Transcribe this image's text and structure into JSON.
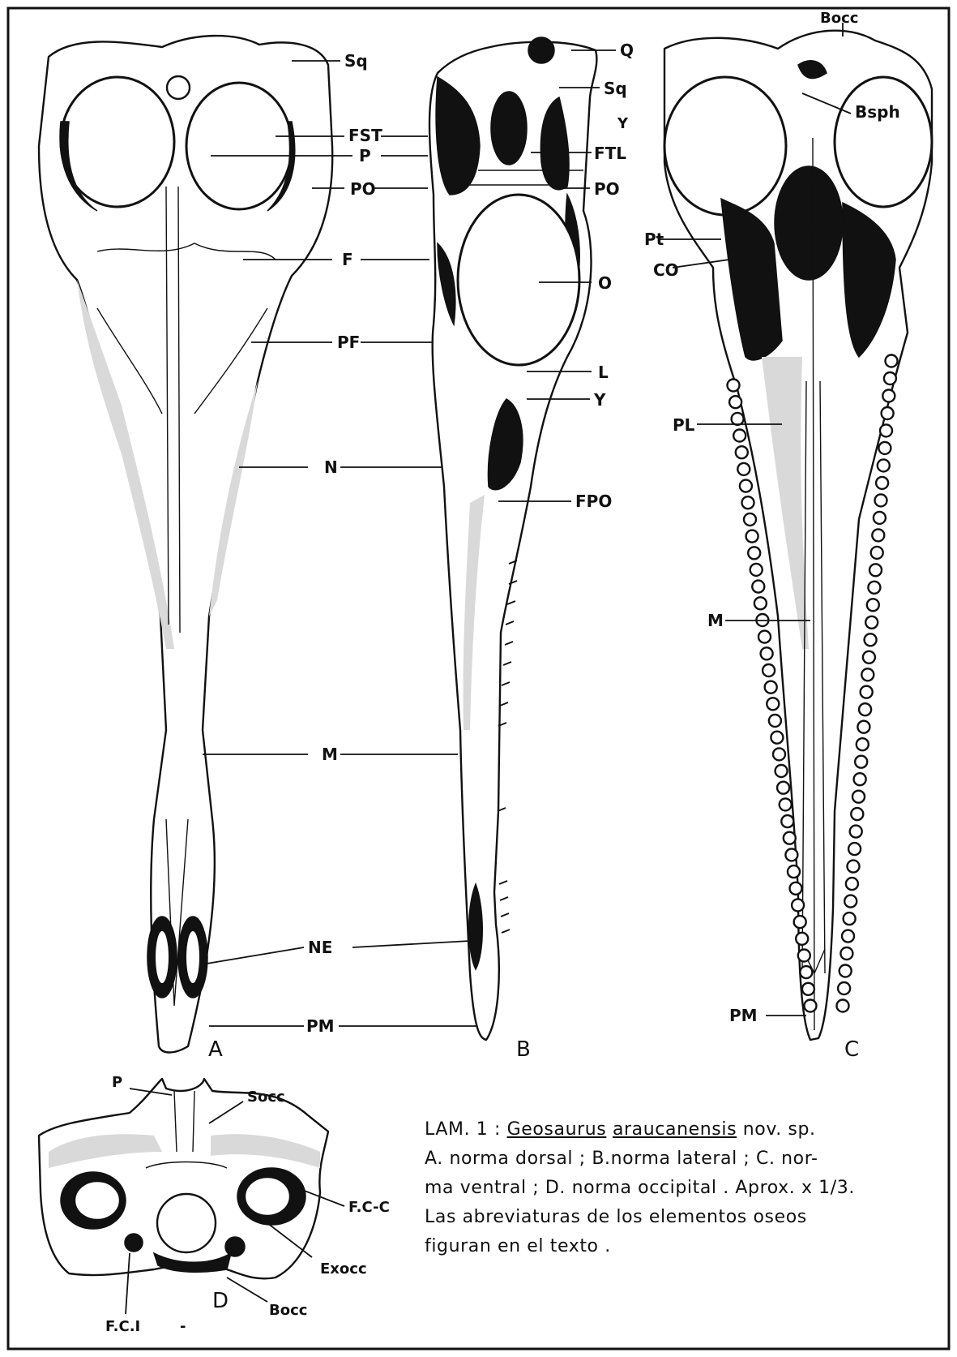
{
  "labels": {
    "view_a": {
      "sq": "Sq",
      "fst": "FST",
      "p": "P",
      "po": "PO",
      "f": "F",
      "pf": "PF",
      "n": "N",
      "m": "M",
      "ne": "NE",
      "pm": "PM",
      "letter": "A"
    },
    "view_b": {
      "q": "Q",
      "sq": "Sq",
      "y_top": "Y",
      "ftl": "FTL",
      "po": "PO",
      "o": "O",
      "l": "L",
      "y": "Y",
      "fpo": "FPO",
      "letter": "B"
    },
    "view_c": {
      "bocc": "Bocc",
      "bsph": "Bsph",
      "pt": "Pt",
      "co": "CO",
      "pl": "PL",
      "m": "M",
      "pm": "PM",
      "letter": "C"
    },
    "view_d": {
      "p": "P",
      "socc": "Socc",
      "fcc": "F.C-C",
      "exocc": "Exocc",
      "bocc": "Bocc",
      "fci": "F.C.I",
      "dash": "-",
      "letter": "D"
    }
  },
  "caption": {
    "prefix": "LAM. 1 : ",
    "genus": "Geosaurus",
    "species": "araucanensis",
    "suffix": " nov. sp.",
    "line2": "A. norma dorsal ; B.norma lateral ; C. nor-",
    "line3": "ma ventral ; D. norma occipital . Aprox. x 1/3.",
    "line4": "Las abreviaturas de los elementos oseos",
    "line5": "figuran en el texto ."
  }
}
